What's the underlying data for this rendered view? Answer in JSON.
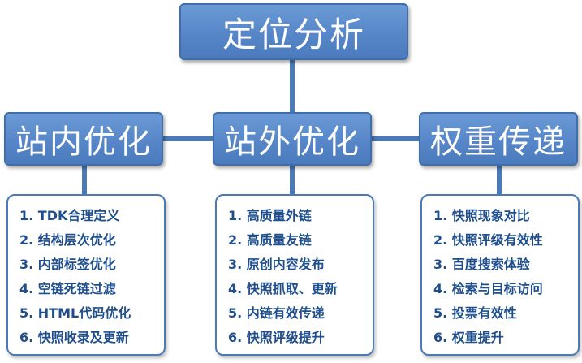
{
  "top": {
    "label": "定位分析"
  },
  "categories": [
    {
      "label": "站内优化",
      "items": [
        "1. TDK合理定义",
        "2. 结构层次优化",
        "3. 内部标签优化",
        "4. 空链死链过滤",
        "5. HTML代码优化",
        "6. 快照收录及更新"
      ]
    },
    {
      "label": "站外优化",
      "items": [
        "1. 高质量外链",
        "2. 高质量友链",
        "3. 原创内容发布",
        "4. 快照抓取、更新",
        "5. 内链有效传递",
        "6. 快照评级提升"
      ]
    },
    {
      "label": "权重传递",
      "items": [
        "1. 快照现象对比",
        "2. 快照评级有效性",
        "3. 百度搜索体验",
        "4. 检索与目标访问",
        "5. 投票有效性",
        "6. 权重提升"
      ]
    }
  ],
  "colors": {
    "box": "#5585c7",
    "line": "#4a7ab8",
    "text": "#1f4e8c"
  }
}
